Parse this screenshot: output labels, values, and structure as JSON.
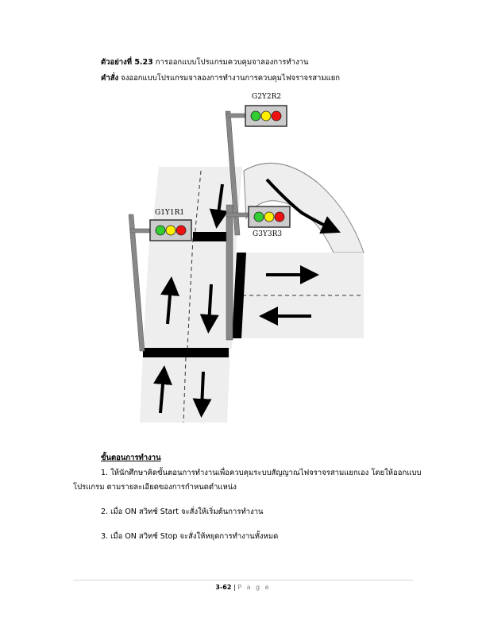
{
  "header": {
    "example_label": "ตัวอย่างที่ 5.23",
    "example_title": "การออกแบบโปรแกรมควบคุมจาลองการทำงาน",
    "instruction_label": "คำสั่ง",
    "instruction_text": "จงออกแบบโปรแกรมจาลองการทำงานการควบคุมไฟจราจรสามแยก"
  },
  "diagram": {
    "lights": [
      {
        "label": "G2Y2R2"
      },
      {
        "label": "G1Y1R1"
      },
      {
        "label": "G3Y3R3"
      }
    ],
    "colors": {
      "green": "#33cc33",
      "yellow": "#ffee00",
      "red": "#ee1111",
      "housing": "#cccccc",
      "pole": "#888888",
      "road": "#eeeeee"
    }
  },
  "steps": {
    "heading": "ขั้นตอนการทำงาน",
    "step1_line1": "1. ให้นักศึกษาคิดขั้นตอนการทำงานเพื่อควบคุมระบบสัญญาณไฟจราจรสามแยกเอง โดยให้ออกแบบ",
    "step1_line2": "โปรแกรม ตามรายละเอียดของการกำหนดตำแหน่ง",
    "step2": "2. เมื่อ ON สวิทช์ Start จะสั่งให้เริ่มต้นการทำงาน",
    "step3": "3. เมื่อ ON สวิทช์ Stop จะสั่งให้หยุดการทำงานทั้งหมด"
  },
  "footer": {
    "page_number": "3-62",
    "separator": "|",
    "page_word": "P a g e"
  }
}
